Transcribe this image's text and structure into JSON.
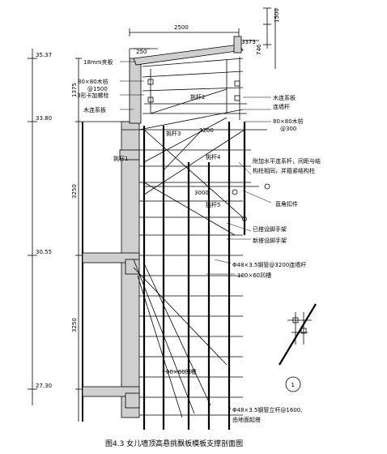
{
  "figure": {
    "caption": "图4.3  女儿墙顶高悬挑飘板模板支撑剖面图",
    "elevations": [
      "35.37",
      "33.80",
      "30.55",
      "27.30"
    ],
    "dimensions": {
      "top_width": "2500",
      "top_right_vertical": "1500",
      "top_right_small": "746",
      "offset_3373": "3373",
      "small_250": "250",
      "left_1375": "1375",
      "left_3250_upper": "3250",
      "left_3250_lower": "3250",
      "span_3200": "3200",
      "span_3000": "3000"
    },
    "labels": {
      "clamp_board": "18mm夹板",
      "square_timber_top": "80×80木枋",
      "spacing_1500": "@1500",
      "three_clip": "3形卡加螺栓",
      "wood_tie_left": "木连系板",
      "wood_tie_right": "木连系板",
      "tie_rod": "连墙杆",
      "square_timber_right": "80×80木枋",
      "spacing_300": "@300",
      "pick_rod_2": "挑杆2",
      "pick_rod_3": "挑杆3",
      "pick_rod_4": "挑杆4",
      "pick_rod_1": "挑杆1",
      "pick_rod_5": "挑杆5",
      "note_line1": "附加水平连系杆，间距与结",
      "note_line2": "构柱相同，并箍紧结构柱",
      "right_angle_clamp": "直角扣件",
      "existing_scaffold": "已搭设脚手架",
      "new_scaffold": "新搭设脚手架",
      "steel_pipe_tie": "Φ48×3.5钢管@3200连墙杆",
      "groove_upper": "100×60凹槽",
      "groove_lower": "00×60凹槽",
      "steel_pipe_vertical": "Φ48×3.5钢管立杆@1600,",
      "ground_start": "由地面起搭",
      "detail_mark": "1"
    }
  }
}
